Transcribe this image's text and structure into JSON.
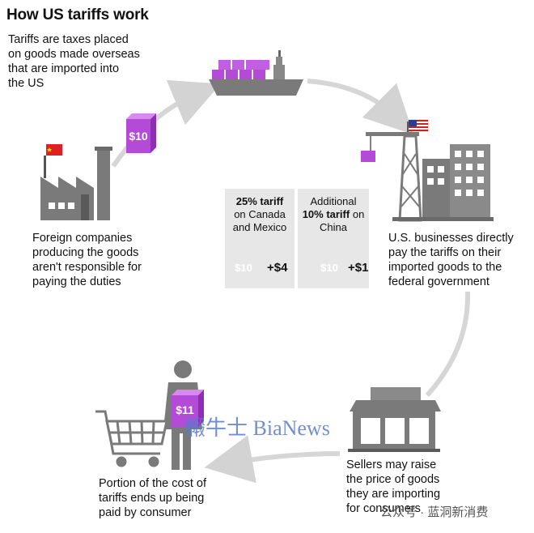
{
  "title": "How US tariffs work",
  "subtitle": [
    "Tariffs are taxes placed",
    "on goods made overseas",
    "that are imported into",
    "the US"
  ],
  "steps": {
    "foreign": [
      "Foreign companies",
      "producing the goods",
      "aren't responsible for",
      "paying the duties"
    ],
    "us": [
      "U.S. businesses directly",
      "pay the tariffs on their",
      "imported goods to the",
      "federal government"
    ],
    "sellers": [
      "Sellers may raise",
      "the price of goods",
      "they are importing",
      "for consumers"
    ],
    "consumer": [
      "Portion of the cost of",
      "tariffs ends up being",
      "paid by consumer"
    ]
  },
  "prices": {
    "goods": "$10",
    "consumer": "$11"
  },
  "panels": {
    "canada": {
      "line1": "25% tariff",
      "line2": "on Canada",
      "line3": "and Mexico",
      "cube": "$10",
      "add": "+$4"
    },
    "china": {
      "line1": "Additional",
      "line2": "10% tariff",
      "line2b": "on",
      "line3": "China",
      "cube": "$10",
      "add": "+$1"
    }
  },
  "watermark": "毈牛士 BiaNews",
  "footer_watermark": "公众号 · 蓝洞新消费",
  "colors": {
    "purple": "#b44ad8",
    "purple_dark": "#8e2fb3",
    "purple_light": "#d889f0",
    "gray": "#7a7a7a",
    "gray_dark": "#5a5a5a",
    "arrow": "#d6d6d6"
  }
}
